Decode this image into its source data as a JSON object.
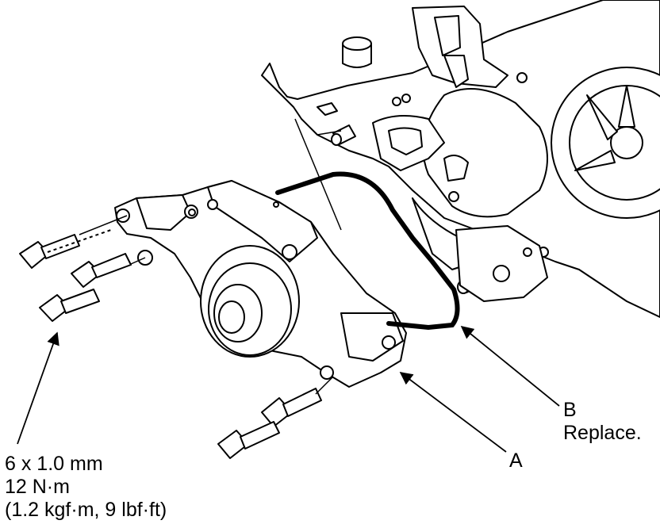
{
  "callouts": {
    "a": {
      "letter": "A"
    },
    "b": {
      "letter": "B",
      "note": "Replace."
    }
  },
  "bolt_spec": {
    "size": "6 x 1.0 mm",
    "torque_nm": "12 N·m",
    "torque_alt": "(1.2 kgf·m, 9 lbf·ft)"
  },
  "colors": {
    "line": "#000000",
    "paper": "#ffffff"
  }
}
